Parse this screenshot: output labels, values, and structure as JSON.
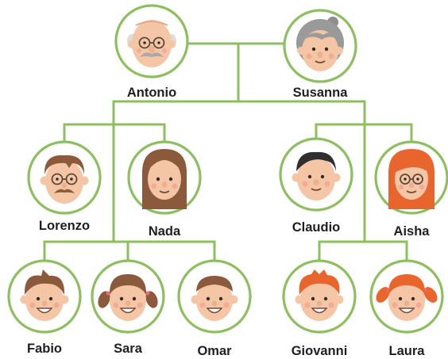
{
  "colors": {
    "connector": "#8dbf5f",
    "ring": "#8dbf5f",
    "skin": "#f5c6a6",
    "cheek": "#f09a8c",
    "name_text": "#1f1f1f"
  },
  "people": [
    {
      "id": "antonio",
      "name": "Antonio",
      "icon": "grandfather-face-icon"
    },
    {
      "id": "susanna",
      "name": "Susanna",
      "icon": "grandmother-face-icon"
    },
    {
      "id": "lorenzo",
      "name": "Lorenzo",
      "icon": "man-with-glasses-mustache-face-icon"
    },
    {
      "id": "nada",
      "name": "Nada",
      "icon": "woman-brown-hair-face-icon"
    },
    {
      "id": "claudio",
      "name": "Claudio",
      "icon": "man-dark-hair-face-icon"
    },
    {
      "id": "aisha",
      "name": "Aisha",
      "icon": "woman-red-hair-glasses-face-icon"
    },
    {
      "id": "fabio",
      "name": "Fabio",
      "icon": "boy-brown-hair-face-icon"
    },
    {
      "id": "sara",
      "name": "Sara",
      "icon": "girl-pigtails-face-icon"
    },
    {
      "id": "omar",
      "name": "Omar",
      "icon": "boy-short-hair-face-icon"
    },
    {
      "id": "giovanni",
      "name": "Giovanni",
      "icon": "boy-red-hair-face-icon"
    },
    {
      "id": "laura",
      "name": "Laura",
      "icon": "girl-red-pigtails-face-icon"
    }
  ]
}
